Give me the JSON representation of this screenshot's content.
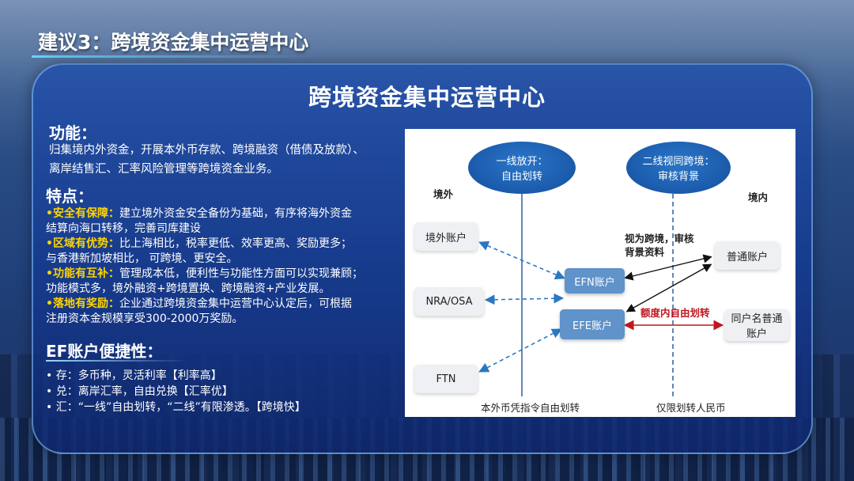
{
  "slide_title": "建议3：跨境资金集中运营中心",
  "panel_title": "跨境资金集中运营中心",
  "functions": {
    "heading": "功能：",
    "lines": [
      "归集境内外资金，开展本外币存款、跨境融资（借债及放款）、",
      "离岸结售汇、汇率风险管理等跨境资金业务。"
    ]
  },
  "features": {
    "heading": "特点：",
    "items": [
      {
        "bullet": "•安全有保障：",
        "line1": "建立境外资金安全备份为基础，有序将海外资金",
        "line2": "结算向海口转移，完善司库建设"
      },
      {
        "bullet": "•区域有优势：",
        "line1": "比上海相比，税率更低、效率更高、奖励更多；",
        "line2": "与香港新加坡相比，  可跨境、更安全。"
      },
      {
        "bullet": "•功能有互补：",
        "line1": "管理成本低，便利性与功能性方面可以实现兼顾；",
        "line2": "功能模式多，境外融资+跨境置换、跨境融资+产业发展。"
      },
      {
        "bullet": "•落地有奖励：",
        "line1": "企业通过跨境资金集中运营中心认定后，可根据",
        "line2": "注册资本金规模享受300-2000万奖励。"
      }
    ]
  },
  "ef": {
    "heading": "EF账户便捷性：",
    "lines": [
      "• 存：多币种，灵活利率【利率高】",
      "• 兑：离岸汇率，自由兑换【汇率优】",
      "• 汇：“一线”自由划转，“二线”有限渗透。【跨境快】"
    ]
  },
  "diagram": {
    "oval_left": [
      "一线放开：",
      "自由划转"
    ],
    "oval_right": [
      "二线视同跨境：",
      "审核背景"
    ],
    "label_outside": "境外",
    "label_inside": "境内",
    "box_offshore": "境外账户",
    "box_nra": "NRA/OSA",
    "box_ftn": "FTN",
    "box_efn": "EFN账户",
    "box_efe": "EFE账户",
    "box_normal": "普通账户",
    "box_same_name": [
      "同户名普通",
      "账户"
    ],
    "label_cross": [
      "视为跨境，审核",
      "背景资料"
    ],
    "label_quota": "额度内自由划转",
    "bottom_left": "本外币凭指令自由划转",
    "bottom_right": "仅限划转人民币"
  }
}
